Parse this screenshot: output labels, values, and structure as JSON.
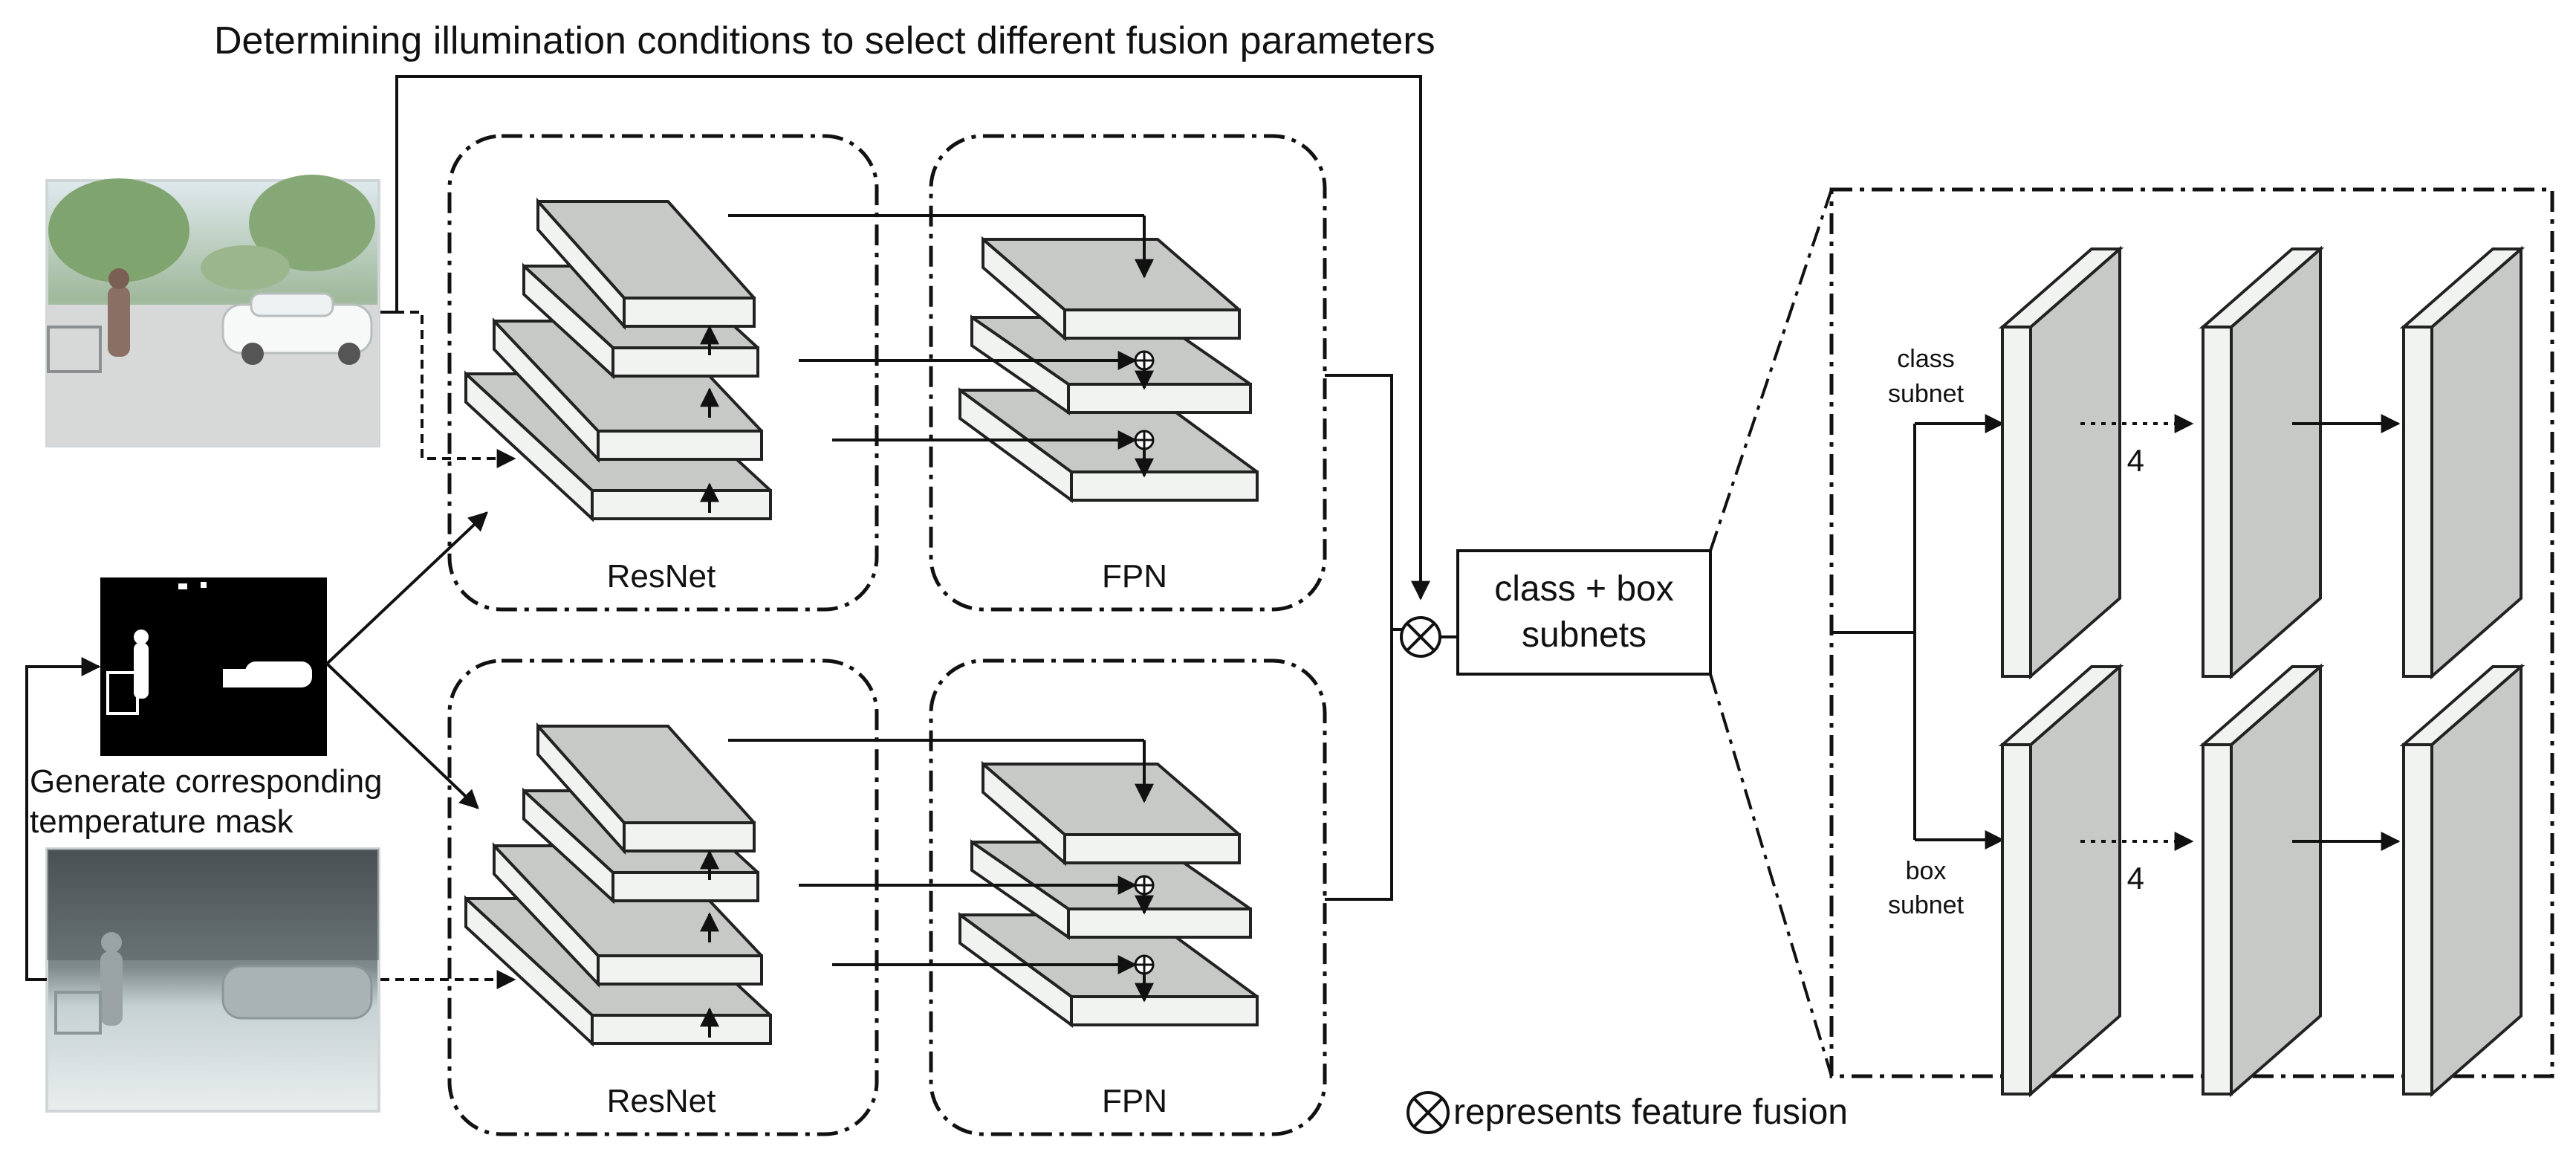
{
  "title": "Determining illumination conditions to select different fusion parameters",
  "backbones": [
    {
      "resnet_label": "ResNet",
      "fpn_label": "FPN"
    },
    {
      "resnet_label": "ResNet",
      "fpn_label": "FPN"
    }
  ],
  "mask_caption_line1": "Generate corresponding",
  "mask_caption_line2": "temperature mask",
  "head_box_line1": "class + box",
  "head_box_line2": "subnets",
  "subnets": [
    {
      "label_line1": "class",
      "label_line2": "subnet",
      "repeat": "x 4"
    },
    {
      "label_line1": "box",
      "label_line2": "subnet",
      "repeat": "x 4"
    }
  ],
  "legend_text": "represents feature fusion",
  "colors": {
    "layer_top": "#c6c9c6",
    "layer_side": "#f1f3f1",
    "layer_edge": "#222222",
    "mask_bg": "#000000"
  },
  "icons": [
    "fusion-otimes-icon",
    "plus-circle-icon"
  ]
}
